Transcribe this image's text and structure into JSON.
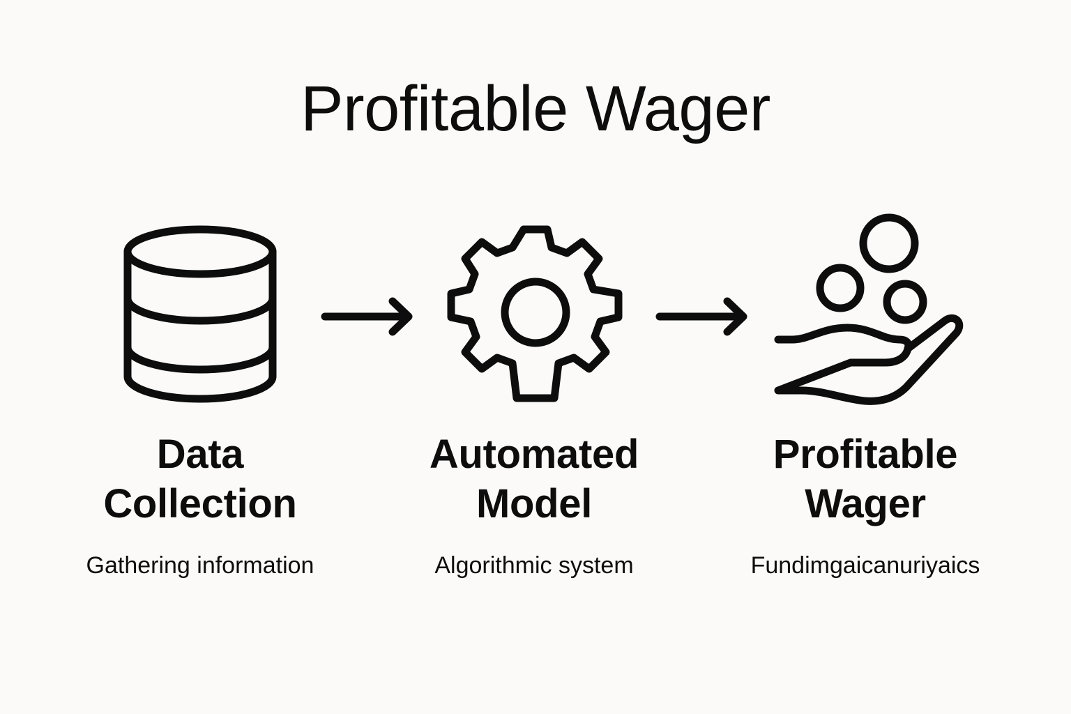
{
  "title": "Profitable Wager",
  "colors": {
    "background": "#fbfaf8",
    "ink": "#0d0d0d"
  },
  "steps": [
    {
      "icon": "database-icon",
      "label_line1": "Data",
      "label_line2": "Collection",
      "description": "Gathering information"
    },
    {
      "icon": "gear-icon",
      "label_line1": "Automated",
      "label_line2": "Model",
      "description": "Algorithmic system"
    },
    {
      "icon": "hand-coins-icon",
      "label_line1": "Profitable",
      "label_line2": "Wager",
      "description": "Fundimgaicanuriyaics"
    }
  ],
  "connectors": [
    {
      "icon": "arrow-right-icon",
      "from": "Data Collection",
      "to": "Automated Model"
    },
    {
      "icon": "arrow-right-icon",
      "from": "Automated Model",
      "to": "Profitable Wager"
    }
  ]
}
